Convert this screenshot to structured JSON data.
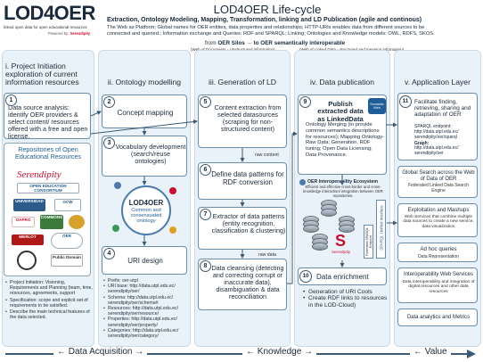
{
  "logo": {
    "main": "LOD4OER",
    "tagline": "linked open data for open educational resources",
    "powered": "Powered by:",
    "brand": "Serendipity"
  },
  "header": {
    "title": "LOD4OER Life-cycle",
    "subtitle": "Extraction, Ontology Modeling, Mapping, Transformation, linking and LD Publication (agile and continous)",
    "desc1": "The Web as Platform; Global names for OER entities, data properties and relationships; HTTP-URIs enables data from different sources to be",
    "desc2": "connected and queried.; Information exchange and Queries: RDF and SPARQL; Linking; Ontologies and Knowledge models: OWL, RDFS, SKOS.",
    "from_label": "from",
    "silos": "OER Silos",
    "silos_sub": "(Web of Documents - Unstructured information)",
    "to_label": "to OER semantically  interoperable",
    "to_sub": "(Web of Linked Data - structured and meaning information)"
  },
  "columns": [
    {
      "label": "i.      Project Initiation\nexploration of current\ninformation resources"
    },
    {
      "label": "ii. Ontology modelling"
    },
    {
      "label": "iii. Generation of LD"
    },
    {
      "label": "iv. Data publication"
    },
    {
      "label": "v. Application Layer"
    }
  ],
  "col1": {
    "box1_num": "1",
    "box1_text": "Data source analysis: identify OER providers & select content/ resources offered with a free and open license.",
    "repos_title": "Repositories of Open Educational Resources",
    "logos": [
      "Serendipity",
      "OPEN EDUCATION CONSORTIUM",
      "UNIVERSIDAD",
      "OCW",
      "OAPRO",
      "COMMONS",
      "MERLOT",
      "OER",
      "Public Domain"
    ],
    "bullets": [
      "Project Initiation: Visioning, Requirements and Planning (team, time, resources, agreements, support",
      "Specification: scope and explicit set of requirements to be satisfied.",
      "Describe the main technical features of the data selected."
    ]
  },
  "col2": {
    "box2_num": "2",
    "box2_text": "Concept mapping",
    "box3_num": "3",
    "box3_text": "Vocabulary development (search/reuse ontologies)",
    "onto_title": "LOD4OER",
    "onto_sub": "Common and consensuated ontology",
    "box4_num": "4",
    "box4_text": "URI design",
    "uris": [
      "Prefix: oer-utpl",
      "URI base: http://data.utpl.edu.ec/ serendipity/oer/",
      "Schema: http://data.utpl.edu.ec/ serendipity/oer/schema#",
      "Resources: http://data.utpl.edu.ec/ serendipity/oer/resource/",
      "Properties: http://data.utpl.edu.ec/ serendipity/oer/property/",
      "Categories: http://data.utpl.edu.ec/ serendipity/oer/category/"
    ]
  },
  "col3": {
    "box5_num": "5",
    "box5_text": "Content extraction from selected datasources (scraping for non-structured content)",
    "raw_content": "raw content",
    "box6_num": "6",
    "box6_text": "Define data patterns for RDF conversion",
    "box7_num": "7",
    "box7_text": "Extractor of data patterns (entity recognition, classification & clustering)",
    "raw_data": "raw data",
    "box8_num": "8",
    "box8_text": "Data cleansing (detecting and correcting corrupt or inaccurate data), disambiguation & data reconciliation"
  },
  "col4": {
    "box9_num": "9",
    "box9_text": "Publish extracted data as LinkedData",
    "box9_badge": "Semantic Web",
    "box9_detail": "Ontology Merging (to provide common semantics descriptions for resources); Mapping Ontology-Raw Data; Generation, RDF tuning; Open Data Licensing; Data Provenance.",
    "eco_title": "OER Interoperability Ecosystem",
    "eco_sub": "Efficient and effective cross-border and cross-knowledge interaction/ integration between OER repositories.",
    "federated": "Federated SPARQL Endpoint",
    "sparql_ui": "SPARQL Unified Interface",
    "eco_brand": "Serendipity",
    "box10_num": "10",
    "box10_text": "Data enrichment",
    "enrich_bullets": [
      "Generation of URI Cools",
      "Create RDF links to resources in the LOD-Cloud)"
    ]
  },
  "col5": {
    "box11_num": "11",
    "box11_text": "Facilitate finding, retrieving, sharing and adaptation of OER",
    "sparql_lines": "SPARQL endpoint: http://data.utpl.edu.ec/ serendipity/oer/sparql",
    "graph_label": "Graph:",
    "graph_lines": "http://data.utpl.edu.ec/ serendipity/oer",
    "app1_title": "Global Search across the Web of Data of OER",
    "app1_sub": "Federated Linked Data Search Engine",
    "app2_title": "Exploitation and Mashups",
    "app2_sub": "Web Services that combine multiple data sources to create a new service, data visualization",
    "app3_title": "Ad hoc queries",
    "app3_sub": "Data Representation",
    "app4_title": "Interoperability Web Services",
    "app4_sub": "Data interoperability and integration of digital resources and other data resources",
    "app5_title": "Data analytics and Metrics"
  },
  "footer": {
    "acq": "Data Acquisition",
    "know": "Knowledge",
    "value": "Value"
  },
  "colors": {
    "accent_red": "#c8102e",
    "column_bg": "#eaf2f9",
    "border": "#6b8ca8",
    "arrow": "#3d5a74"
  }
}
